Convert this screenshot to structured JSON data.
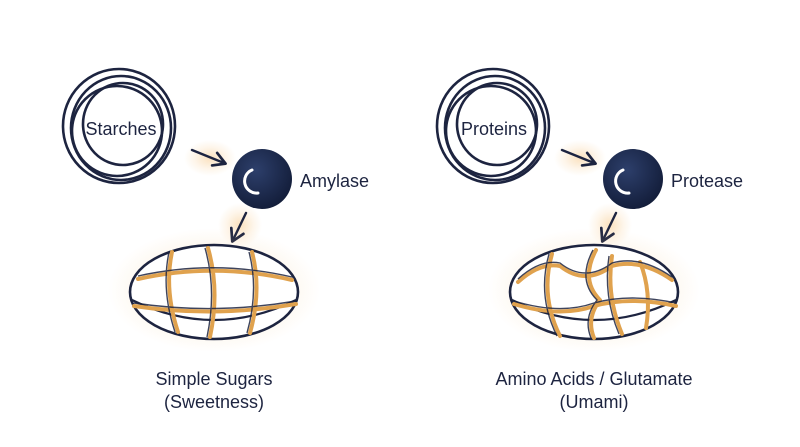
{
  "colors": {
    "outline": "#1d2440",
    "enzyme_fill": "#1c2b4f",
    "accent": "#e6a14a",
    "glow": "#f7c98a",
    "background": "#ffffff"
  },
  "left_pathway": {
    "substrate": "Starches",
    "enzyme": "Amylase",
    "product_line1": "Simple Sugars",
    "product_line2": "(Sweetness)"
  },
  "right_pathway": {
    "substrate": "Proteins",
    "enzyme": "Protease",
    "product_line1": "Amino Acids / Glutamate",
    "product_line2": "(Umami)"
  },
  "icons": {
    "substrate": "concentric-rings-icon",
    "enzyme": "enzyme-sphere-icon",
    "product": "broken-capsule-icon",
    "arrow": "arrow-icon"
  }
}
